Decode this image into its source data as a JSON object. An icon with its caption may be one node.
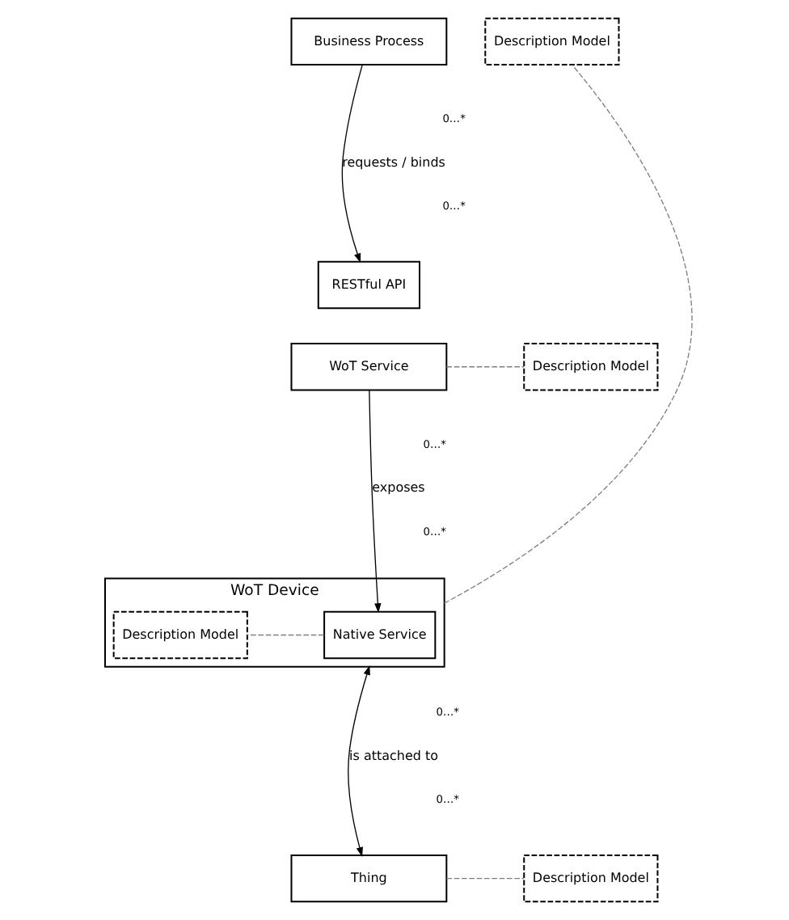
{
  "diagram": {
    "nodes": [
      {
        "text": [
          "Business Process"
        ]
      },
      {
        "text": [
          "RESTful API"
        ]
      },
      {
        "text": [
          "WoT Service"
        ]
      },
      {
        "text": [
          "Description Model"
        ]
      },
      {
        "text": [
          "WoT Device"
        ]
      },
      {
        "text": [
          "Native Service"
        ],
        "in": 4
      },
      {
        "text": [
          "Description Model"
        ],
        "in": 4
      },
      {
        "text": [
          "Description Model"
        ]
      },
      {
        "text": [
          "Thing"
        ]
      },
      {
        "text": [
          "Description Model"
        ]
      }
    ],
    "edges": [
      {
        "from": 0,
        "to": 1,
        "arrow": "to",
        "label": "requests / binds",
        "color": "#000000"
      },
      {
        "from": 2,
        "to": 3,
        "arrow": "none",
        "style": "dashed"
      },
      {
        "from": 2,
        "to": 5,
        "arrow": "to",
        "label": "exposes",
        "color": "#000000"
      },
      {
        "from": 5,
        "to": 6,
        "arrow": "none",
        "style": "dashed"
      },
      {
        "from": 4,
        "to": 7,
        "arrow": "none",
        "style": "dashed"
      },
      {
        "from": 8,
        "to": 4,
        "arrow": "both",
        "label": "is attached to",
        "color": "#000000"
      },
      {
        "from": 8,
        "to": 9,
        "arrow": "none",
        "style": "dashed"
      }
    ],
    "labels": [
      "0…*",
      "0…*",
      "0…*",
      "0…*",
      "0…*",
      "0…*"
    ]
  }
}
